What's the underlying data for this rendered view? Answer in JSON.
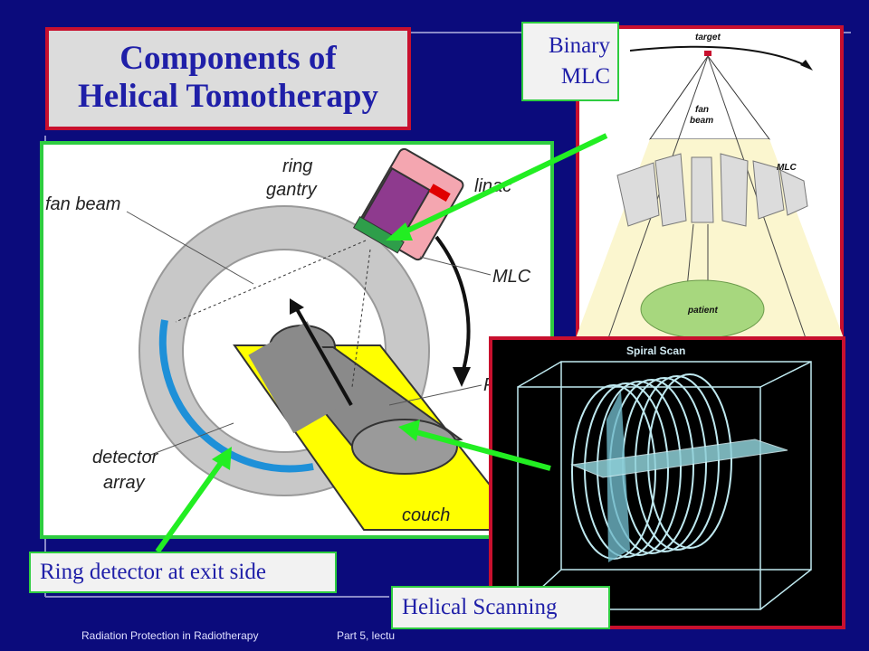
{
  "title": {
    "line1": "Components of",
    "line2": "Helical Tomotherapy"
  },
  "callouts": {
    "binary_mlc_line1": "Binary",
    "binary_mlc_line2": "MLC",
    "ring_detector": "Ring detector at exit side",
    "helical_scanning": "Helical Scanning"
  },
  "main_diagram": {
    "ring_gantry_1": "ring",
    "ring_gantry_2": "gantry",
    "fan_beam": "fan beam",
    "linac": "linac",
    "mlc": "MLC",
    "detector_1": "detector",
    "detector_2": "array",
    "couch": "couch",
    "partial_label": "P"
  },
  "fan_diagram": {
    "target": "target",
    "fan_1": "fan",
    "fan_2": "beam",
    "mlc": "MLC",
    "patient": "patient"
  },
  "spiral_diagram": {
    "title": "Spiral Scan"
  },
  "footer": {
    "left": "Radiation Protection in Radiotherapy",
    "right": "Part 5, lectu"
  },
  "colors": {
    "background": "#0b0b7c",
    "accent_red": "#c8102e",
    "accent_green": "#2ecc40",
    "title_text": "#1f1fa8"
  }
}
